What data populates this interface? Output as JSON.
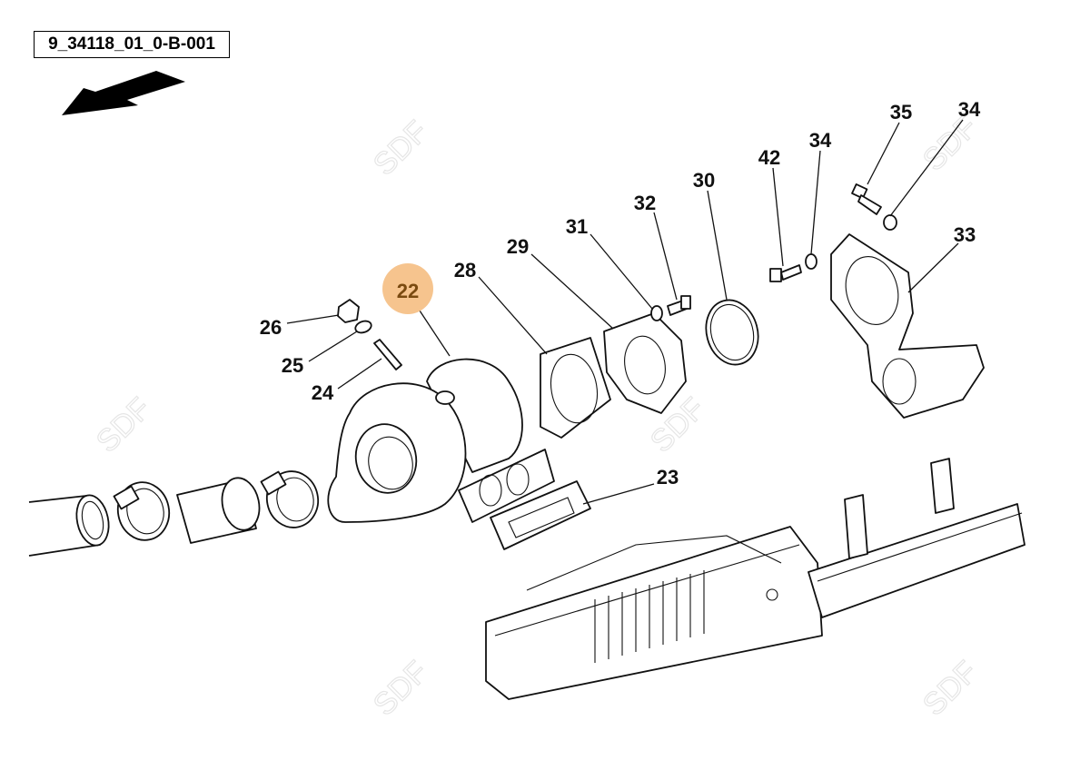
{
  "diagram": {
    "reference_code": "9_34118_01_0-B-001",
    "watermark": "SDF",
    "highlight_color": "#f6c48e",
    "highlight_text_color": "#7a4a10",
    "highlighted_part": "22",
    "callouts": [
      "22",
      "26",
      "25",
      "24",
      "28",
      "29",
      "31",
      "32",
      "30",
      "42",
      "34",
      "35",
      "34",
      "33",
      "23"
    ]
  }
}
